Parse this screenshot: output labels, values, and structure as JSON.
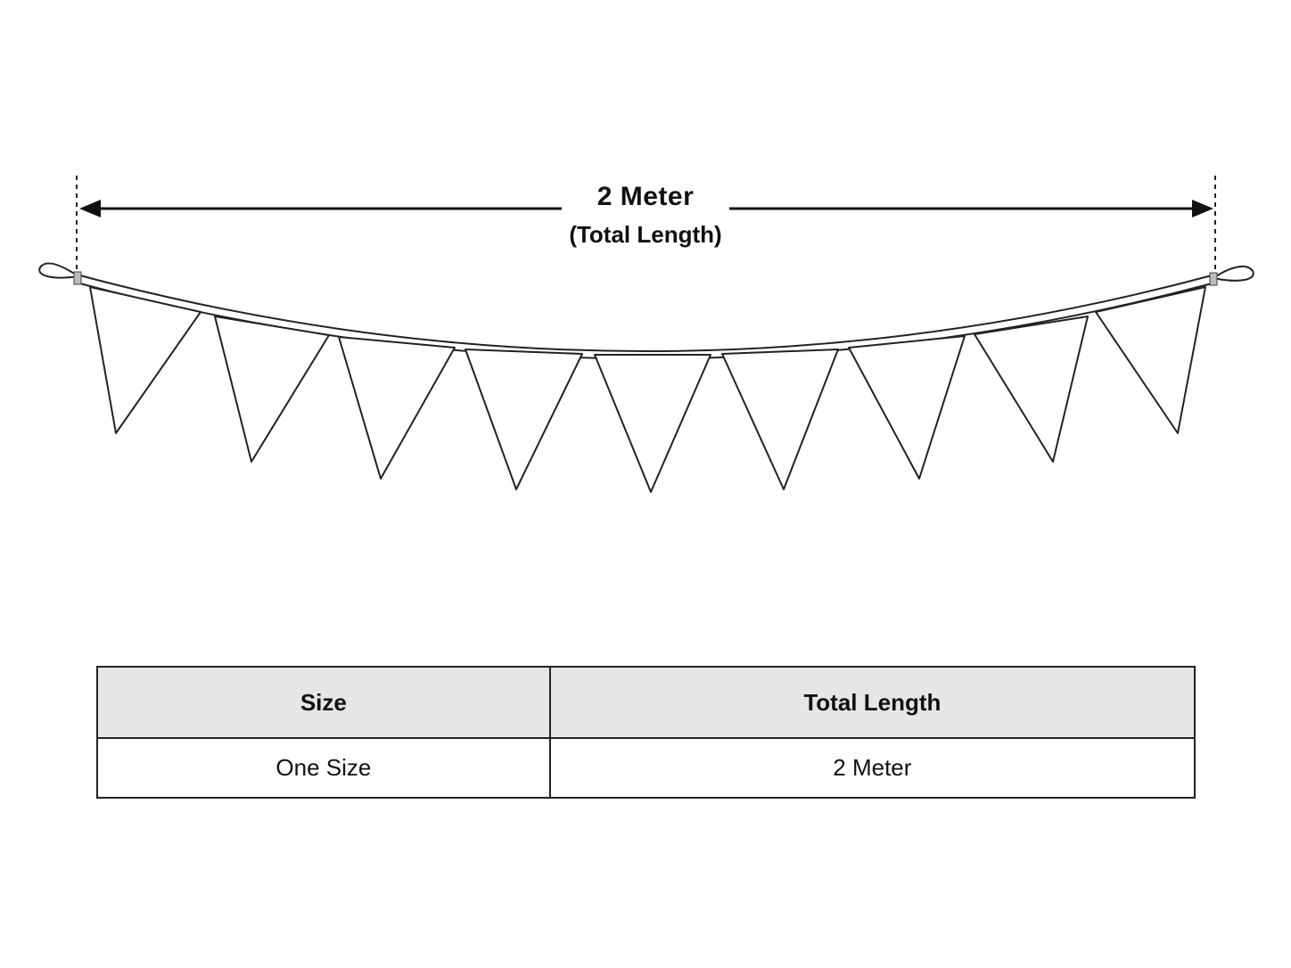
{
  "dimension": {
    "value": "2 Meter",
    "caption": "(Total Length)"
  },
  "garland": {
    "flag_count": 9,
    "line_color": "#222222"
  },
  "size_table": {
    "headers": [
      "Size",
      "Total Length"
    ],
    "rows": [
      [
        "One Size",
        "2 Meter"
      ]
    ],
    "header_bg": "#e6e6e6"
  }
}
